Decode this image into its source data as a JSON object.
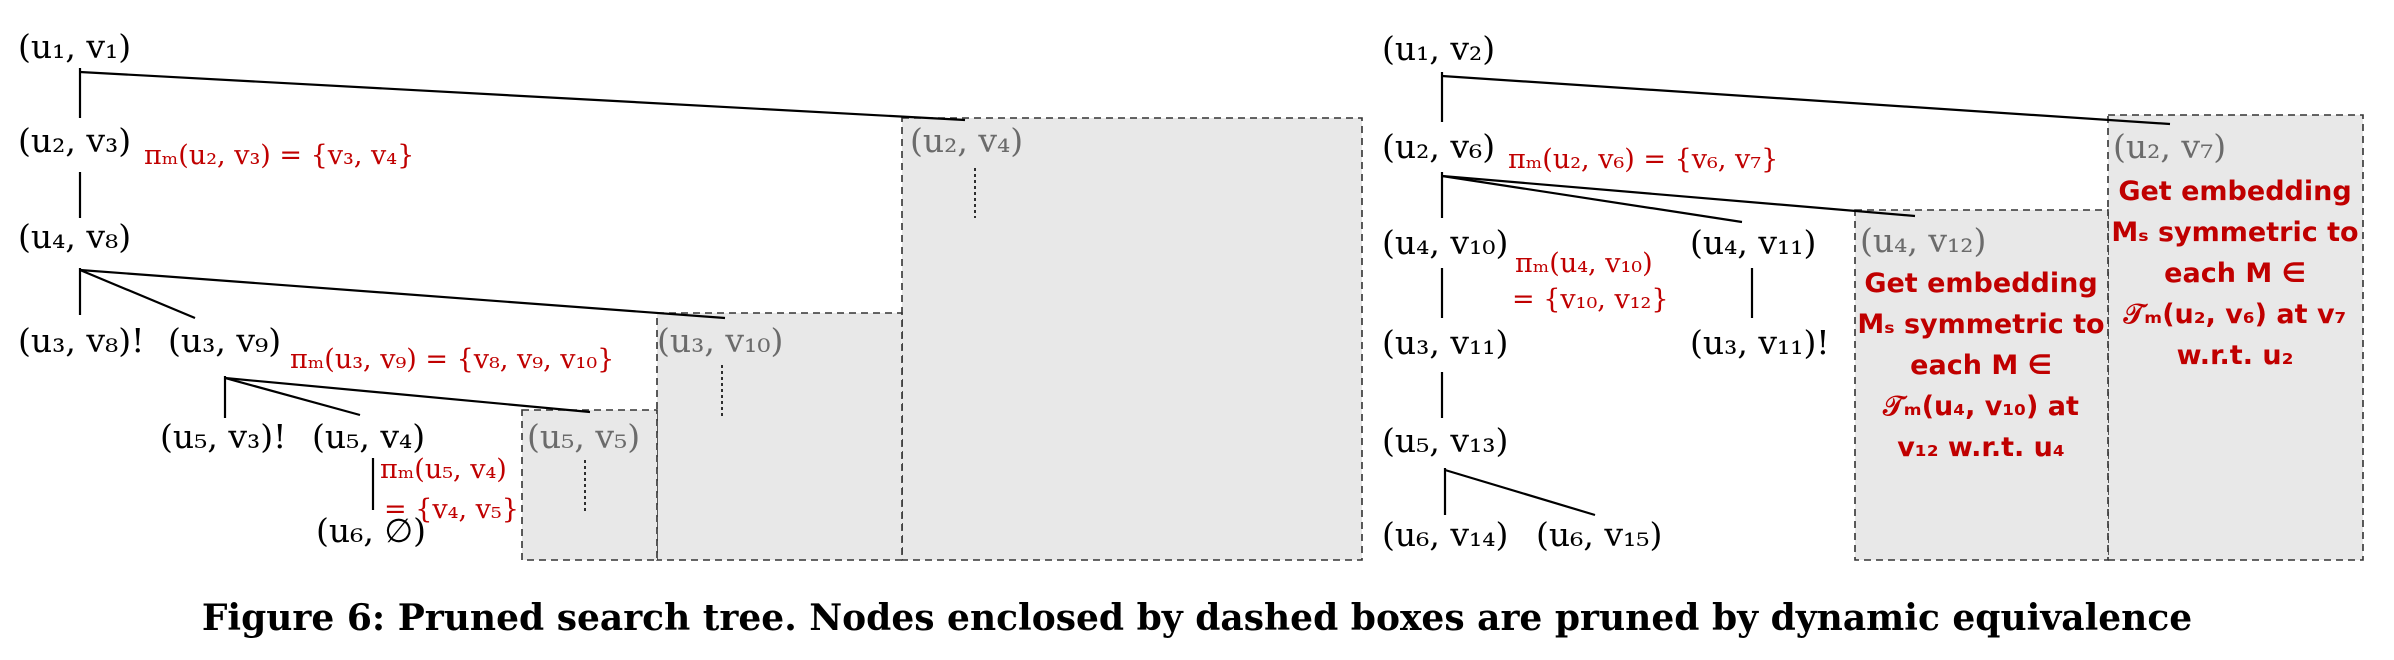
{
  "left_tree": {
    "nodes": {
      "u1v1": "(u₁, v₁)",
      "u2v3": "(u₂, v₃)",
      "u2v4": "(u₂, v₄)",
      "u4v8": "(u₄, v₈)",
      "u3v8": "(u₃, v₈)!",
      "u3v9": "(u₃, v₉)",
      "u3v10": "(u₃, v₁₀)",
      "u5v3": "(u₅, v₃)!",
      "u5v4": "(u₅, v₄)",
      "u5v5": "(u₅, v₅)",
      "u6empty": "(u₆, ∅)"
    },
    "annotations": {
      "pi_u2v3": "πₘ(u₂, v₃) = {v₃, v₄}",
      "pi_u3v9": "πₘ(u₃, v₉) = {v₈, v₉, v₁₀}",
      "pi_u5v4_line1": "πₘ(u₅, v₄)",
      "pi_u5v4_line2": "= {v₄, v₅}"
    }
  },
  "right_tree": {
    "nodes": {
      "u1v2": "(u₁, v₂)",
      "u2v6": "(u₂, v₆)",
      "u2v7": "(u₂, v₇)",
      "u4v10": "(u₄, v₁₀)",
      "u4v11": "(u₄, v₁₁)",
      "u4v12": "(u₄, v₁₂)",
      "u3v11a": "(u₃, v₁₁)",
      "u3v11b": "(u₃, v₁₁)!",
      "u5v13": "(u₅, v₁₃)",
      "u6v14": "(u₆, v₁₄)",
      "u6v15": "(u₆, v₁₅)"
    },
    "annotations": {
      "pi_u2v6": "πₘ(u₂, v₆) = {v₆, v₇}",
      "pi_u4v10_line1": "πₘ(u₄, v₁₀)",
      "pi_u4v10_line2": "= {v₁₀, v₁₂}",
      "box_u4v12": [
        "Get embedding",
        "Mₛ symmetric to",
        "each M ∈",
        "𝒯ₘ(u₄, v₁₀) at",
        "v₁₂ w.r.t. u₄"
      ],
      "box_u2v7": [
        "Get embedding",
        "Mₛ symmetric to",
        "each M ∈",
        "𝒯ₘ(u₂, v₆) at v₇",
        "w.r.t. u₂"
      ]
    }
  },
  "caption": "Figure 6: Pruned search tree. Nodes enclosed by dashed boxes are pruned by dynamic equivalence",
  "colors": {
    "annotation": "#c00000",
    "pruned_fill": "#e8e8e8",
    "pruned_node_text": "#6b6b6b"
  }
}
